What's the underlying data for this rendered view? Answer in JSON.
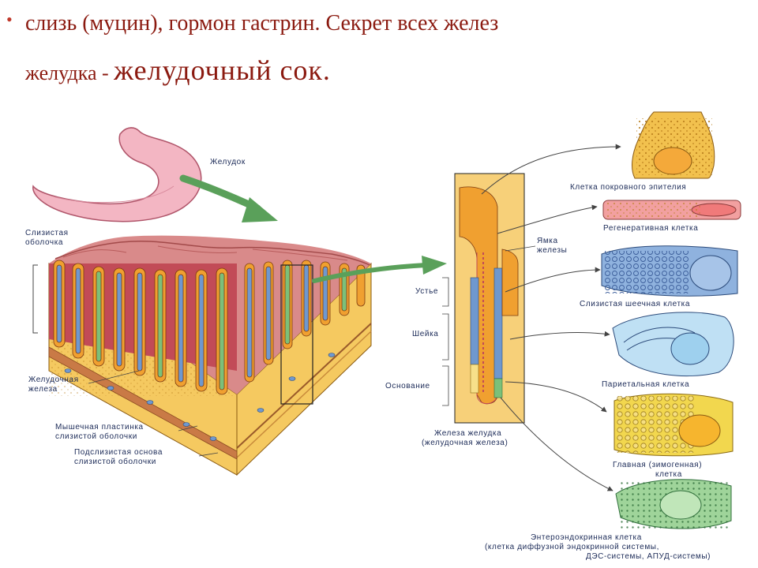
{
  "headline": {
    "bullet": "•",
    "line1": "слизь (муцин), гормон гастрин. Секрет всех желез",
    "line2_prefix": "желудка - ",
    "line2_emphasis": "желудочный сок."
  },
  "labels": {
    "stomach": "Желудок",
    "mucosa_1": "Слизистая",
    "mucosa_2": "оболочка",
    "gastric_gland_1": "Желудочная",
    "gastric_gland_2": "железа",
    "muscularis_1": "Мышечная пластинка",
    "muscularis_2": "слизистой оболочки",
    "submucosa_1": "Подслизистая основа",
    "submucosa_2": "слизистой оболочки",
    "pit_1": "Ямка",
    "pit_2": "железы",
    "isthmus": "Устье",
    "neck": "Шейка",
    "base": "Основание",
    "gland_caption_1": "Железа желудка",
    "gland_caption_2": "(желудочная железа)",
    "cell_surface": "Клетка покровного эпителия",
    "cell_regen": "Регенеративная клетка",
    "cell_mucous_neck": "Слизистая шеечная клетка",
    "cell_parietal": "Париетальная клетка",
    "cell_chief_1": "Главная (зимогенная)",
    "cell_chief_2": "клетка",
    "cell_entero_1": "Энтероэндокринная клетка",
    "cell_entero_2": "(клетка диффузной эндокринной системы,",
    "cell_entero_3": "ДЭС-системы, АПУД-системы)"
  },
  "colors": {
    "headline_text": "#8b1a10",
    "label_text": "#1b2a57",
    "stomach": "#f3b6c3",
    "mucosa_red": "#c9505a",
    "tissue_yellow": "#f2c14e",
    "epithelium_orange": "#f0a030",
    "cell_blue": "#6f98cf",
    "cell_green": "#7cc07a",
    "arrow_green": "#5aa05a"
  }
}
